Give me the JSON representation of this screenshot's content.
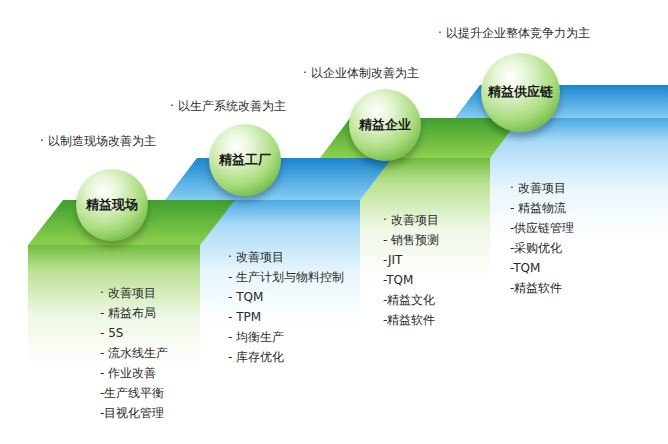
{
  "diagram": {
    "nodes": [
      {
        "text": [
          "· 改善项目",
          "- 精益布局",
          "- 5S",
          "- 流水线生产",
          "- 作业改善",
          "-生产线平衡",
          "-目视化管理"
        ]
      },
      {
        "text": [
          "精益现场"
        ],
        "in": 0
      },
      {
        "text": [
          "· 改善项目",
          "- 生产计划与物料控制",
          "- TQM",
          "- TPM",
          "- 均衡生产",
          "- 库存优化"
        ]
      },
      {
        "text": [
          "精益工厂"
        ],
        "in": 2
      },
      {
        "text": [
          "· 改善项目",
          "- 销售预测",
          "-JIT",
          "-TQM",
          "-精益文化",
          "-精益软件"
        ]
      },
      {
        "text": [
          "精益企业"
        ],
        "in": 4
      },
      {
        "text": [
          "· 改善项目",
          "- 精益物流",
          "-供应链管理",
          "-采购优化",
          "-TQM",
          "-精益软件"
        ]
      },
      {
        "text": [
          "精益供应链"
        ],
        "in": 6
      }
    ],
    "labels": [
      "· 以制造现场改善为主",
      "· 以生产系统改善为主",
      "· 以企业体制改善为主",
      "· 以提升企业整体竞争力为主"
    ]
  }
}
